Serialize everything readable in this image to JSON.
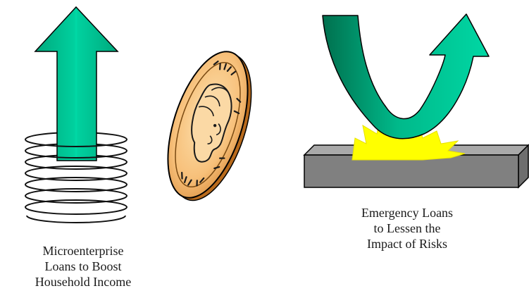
{
  "panels": [
    {
      "icon": "spring-with-up-arrow-icon",
      "caption_lines": [
        "Microenterprise",
        "Loans to Boost",
        "Household Income"
      ]
    },
    {
      "icon": "coin-icon"
    },
    {
      "icon": "bounce-arrow-impact-icon",
      "caption_lines": [
        "Emergency Loans",
        "to Lessen the",
        "Impact of Risks"
      ]
    }
  ],
  "colors": {
    "arrow_fill": "#00c896",
    "arrow_dark": "#00875f",
    "spring": "#111111",
    "coin_gold": "#f7c07a",
    "coin_edge": "#c87a2a",
    "bar_top": "#a8a8a8",
    "bar_front": "#808080",
    "burst": "#ffff00"
  }
}
